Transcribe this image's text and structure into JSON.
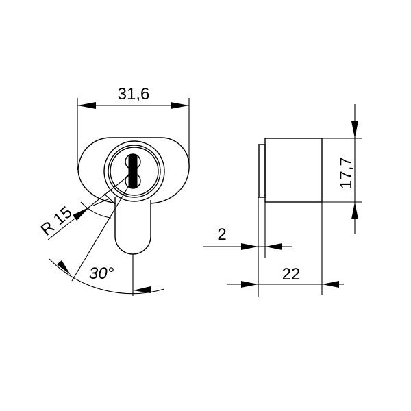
{
  "drawing": {
    "subject": "cylinder lock technical drawing",
    "line_color": "#000000",
    "background": "#ffffff",
    "front_view": {
      "width_dimension": "31,6",
      "radius_dimension": "R 15",
      "angle_dimension": "30°"
    },
    "side_view": {
      "height_dimension": "17,7",
      "flange_dimension": "2",
      "length_dimension": "22"
    }
  }
}
